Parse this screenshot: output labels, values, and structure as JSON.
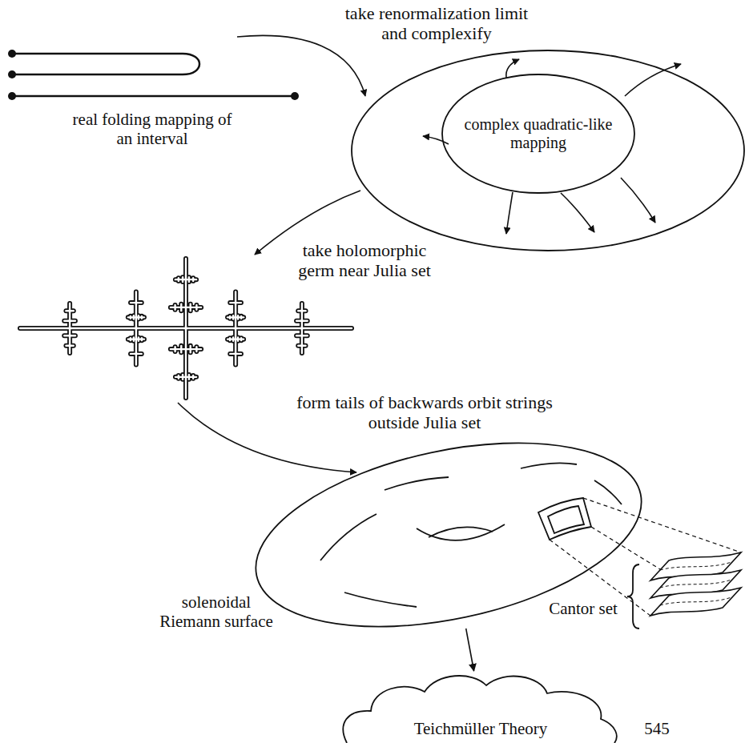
{
  "diagram": {
    "nodes": [
      {
        "text": [
          "complex quadratic-like mapping"
        ]
      },
      {
        "text": [
          "solenoidal Riemann surface"
        ]
      },
      {
        "text": [
          "Teichmüller Theory"
        ]
      }
    ],
    "edges": [
      {
        "from": 1,
        "to": 2,
        "arrow": "to"
      }
    ],
    "labels": [
      "real folding mapping of an interval",
      "take renormalization limit and complexify",
      "take holomorphic germ near Julia set",
      "form tails of backwards orbit strings outside Julia set",
      "Cantor set",
      "545"
    ]
  }
}
